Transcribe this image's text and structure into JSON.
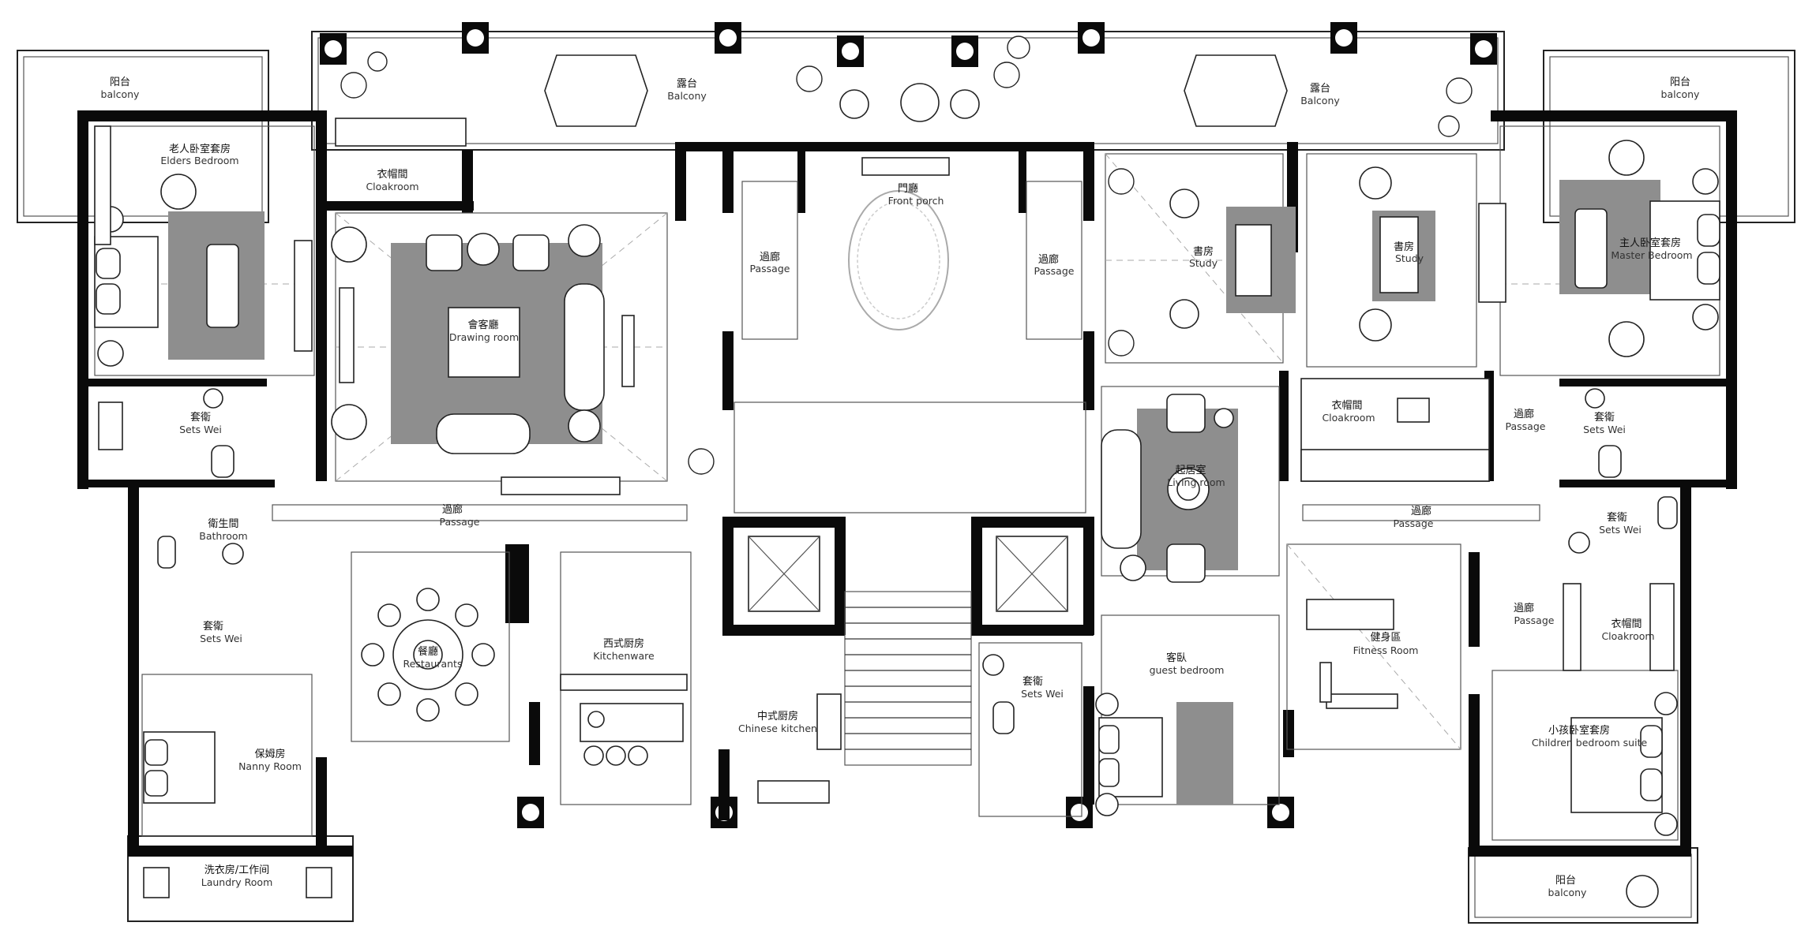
{
  "rooms": {
    "balcony_nw": {
      "zh": "阳台",
      "en": "balcony"
    },
    "terrace_w": {
      "zh": "露台",
      "en": "Balcony"
    },
    "terrace_e": {
      "zh": "露台",
      "en": "Balcony"
    },
    "balcony_ne": {
      "zh": "阳台",
      "en": "balcony"
    },
    "elders_bedroom": {
      "zh": "老人卧室套房",
      "en": "Elders Bedroom"
    },
    "cloakroom_w": {
      "zh": "衣帽間",
      "en": "Cloakroom"
    },
    "front_porch": {
      "zh": "門廳",
      "en": "Front porch"
    },
    "passage_w": {
      "zh": "過廊",
      "en": "Passage"
    },
    "passage_e": {
      "zh": "過廊",
      "en": "Passage"
    },
    "study_1": {
      "zh": "書房",
      "en": "Study"
    },
    "study_2": {
      "zh": "書房",
      "en": "Study"
    },
    "master_bedroom": {
      "zh": "主人卧室套房",
      "en": "Master Bedroom"
    },
    "drawing_room": {
      "zh": "會客廳",
      "en": "Drawing room"
    },
    "sets_wei_1": {
      "zh": "套衛",
      "en": "Sets Wei"
    },
    "cloakroom_e": {
      "zh": "衣帽間",
      "en": "Cloakroom"
    },
    "passage_ne": {
      "zh": "過廊",
      "en": "Passage"
    },
    "sets_wei_2": {
      "zh": "套衛",
      "en": "Sets Wei"
    },
    "living_room": {
      "zh": "起居室",
      "en": "Living room"
    },
    "bathroom": {
      "zh": "衛生間",
      "en": "Bathroom"
    },
    "passage_center_w": {
      "zh": "過廊",
      "en": "Passage"
    },
    "passage_center_e": {
      "zh": "過廊",
      "en": "Passage"
    },
    "sets_wei_3": {
      "zh": "套衛",
      "en": "Sets Wei"
    },
    "sets_wei_4": {
      "zh": "套衛",
      "en": "Sets Wei"
    },
    "passage_se": {
      "zh": "過廊",
      "en": "Passage"
    },
    "cloakroom_se": {
      "zh": "衣帽間",
      "en": "Cloakroom"
    },
    "restaurants": {
      "zh": "餐廳",
      "en": "Restaurants"
    },
    "kitchenware": {
      "zh": "西式厨房",
      "en": "Kitchenware"
    },
    "chinese_kitchen": {
      "zh": "中式厨房",
      "en": "Chinese kitchen"
    },
    "sets_wei_5": {
      "zh": "套衛",
      "en": "Sets Wei"
    },
    "guest_bedroom": {
      "zh": "客臥",
      "en": "guest bedroom"
    },
    "fitness_room": {
      "zh": "健身區",
      "en": "Fitness Room"
    },
    "children_bedroom": {
      "zh": "小孩卧室套房",
      "en": "Children bedroom suite"
    },
    "nanny_room": {
      "zh": "保姆房",
      "en": "Nanny Room"
    },
    "laundry_room": {
      "zh": "洗衣房/工作间",
      "en": "Laundry Room"
    },
    "balcony_se": {
      "zh": "阳台",
      "en": "balcony"
    }
  }
}
